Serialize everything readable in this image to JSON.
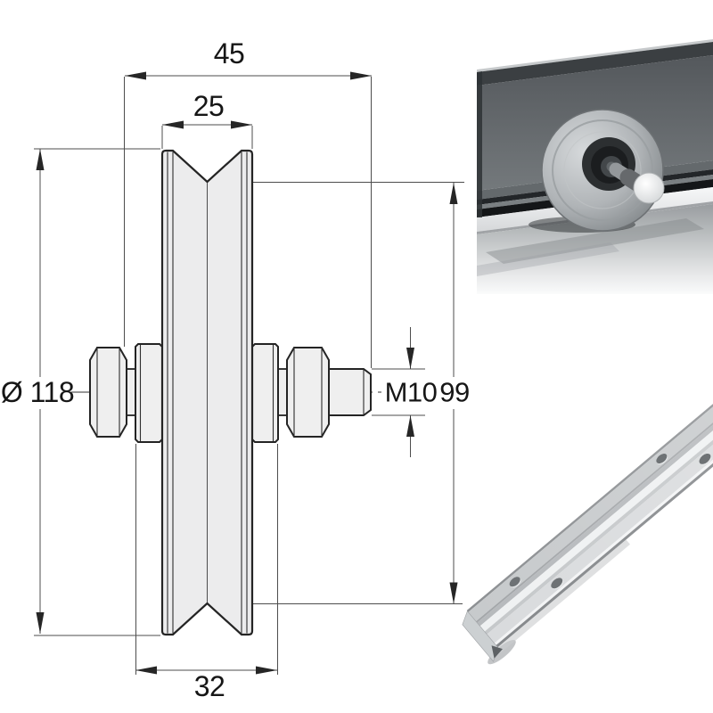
{
  "drawing": {
    "labels": {
      "axle_length": "45",
      "groove_width": "25",
      "wheel_diameter": "Ø 118",
      "thread_size": "M10",
      "groove_root_height": "99",
      "hub_length": "32"
    },
    "colors": {
      "outline": "#242424",
      "dimension_line": "#4d4d4d",
      "part_fill": "#ededee",
      "background": "#ffffff"
    }
  },
  "insets": {
    "track_photo": {
      "name": "wheel-mounted-on-track-photo"
    },
    "rail_photo": {
      "name": "v-groove-ground-rail-photo"
    }
  }
}
